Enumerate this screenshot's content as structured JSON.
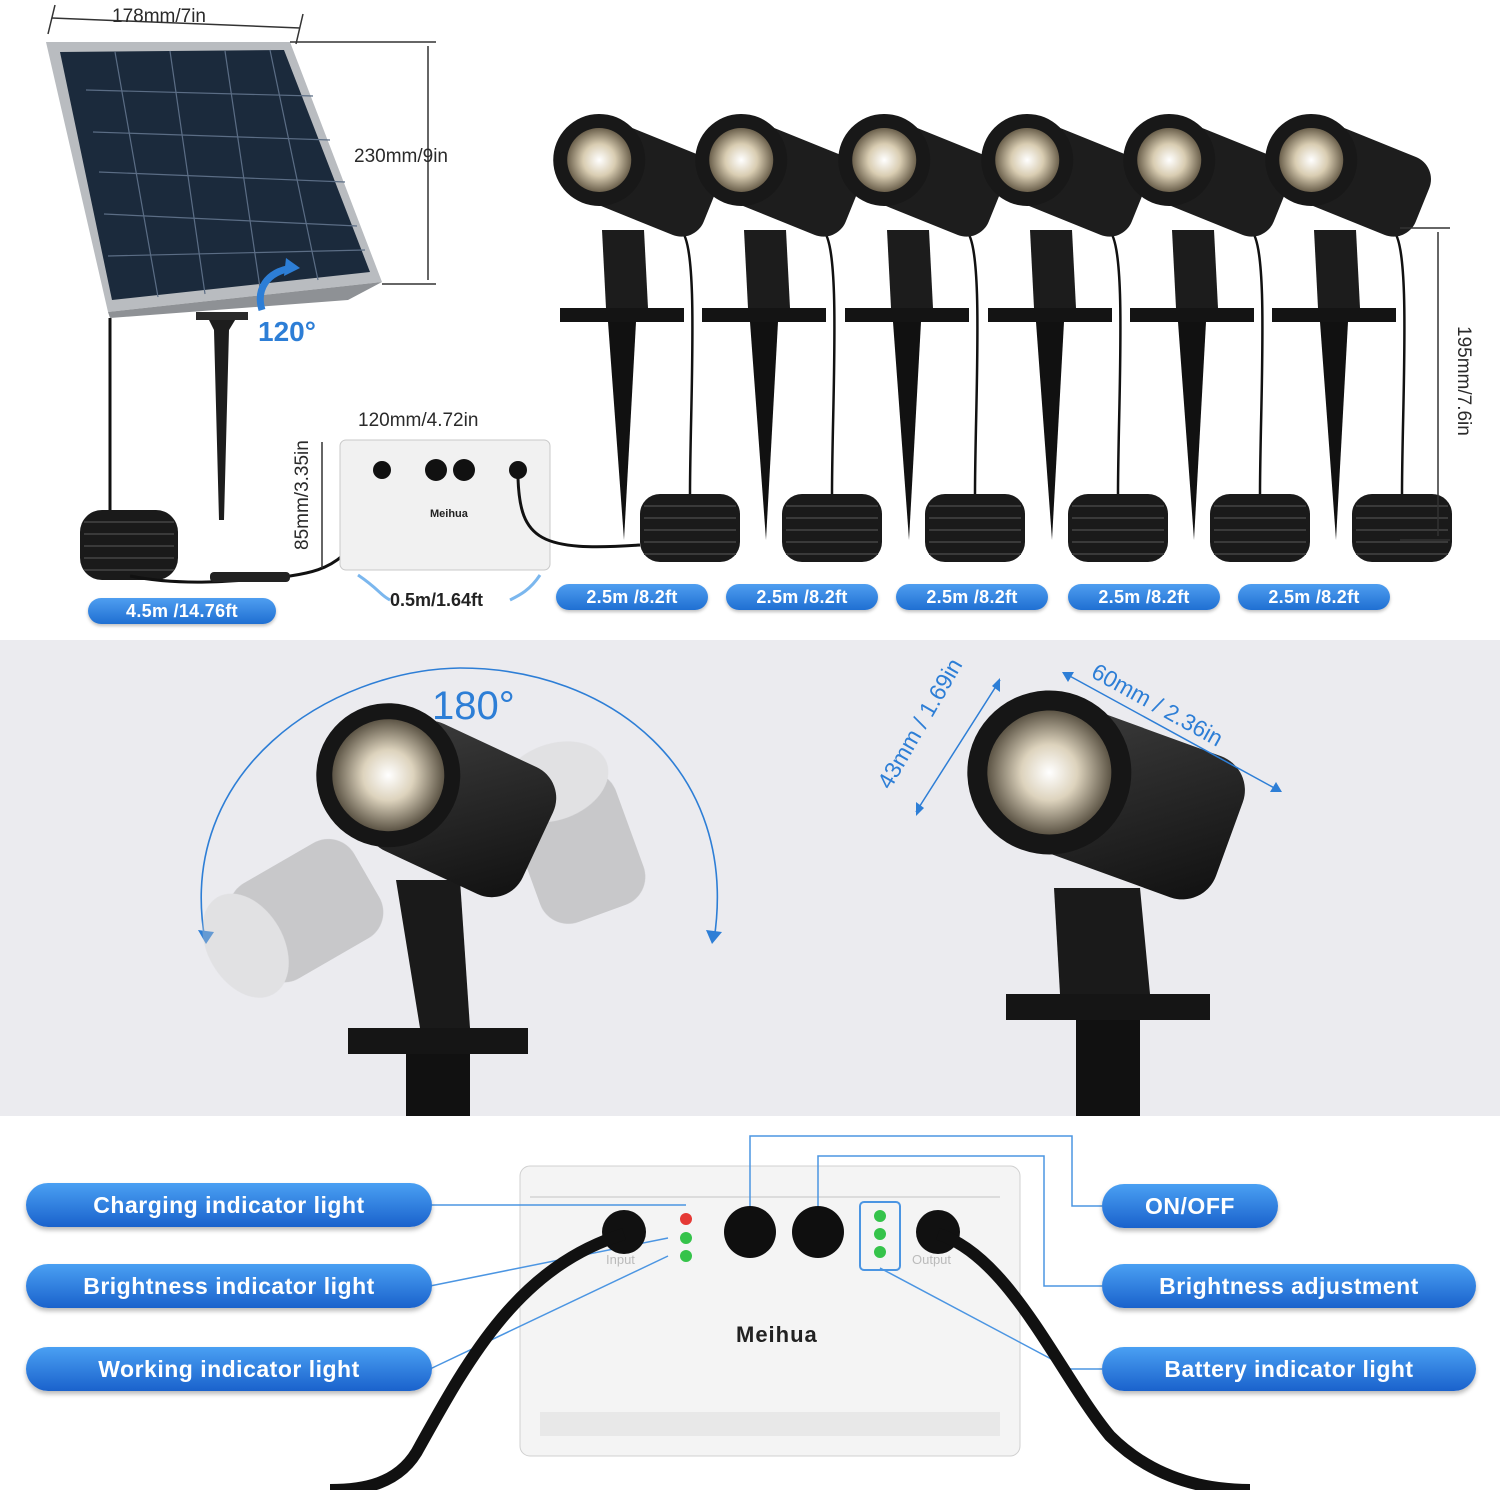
{
  "top": {
    "panel_width": "178mm/7in",
    "panel_height": "230mm/9in",
    "panel_tilt": "120°",
    "box_width": "120mm/4.72in",
    "box_height": "85mm/3.35in",
    "box_brand": "Meihua",
    "spot_height": "195mm/7.6in",
    "cable_panel": "4.5m /14.76ft",
    "cable_box": "0.5m/1.64ft",
    "cable_lights": [
      "2.5m /8.2ft",
      "2.5m /8.2ft",
      "2.5m /8.2ft",
      "2.5m /8.2ft",
      "2.5m /8.2ft"
    ]
  },
  "middle": {
    "rotation": "180°",
    "head_height": "43mm / 1.69in",
    "head_length": "60mm / 2.36in"
  },
  "bottom": {
    "brand": "Meihua",
    "port_input": "Input",
    "port_output": "Output",
    "left_labels": [
      "Charging indicator light",
      "Brightness indicator light",
      "Working indicator light"
    ],
    "right_labels": [
      "ON/OFF",
      "Brightness adjustment",
      "Battery indicator light"
    ]
  },
  "colors": {
    "accent_blue": "#2d7ed6",
    "pill_blue": "#1f6fd2",
    "background_grey": "#ebebef",
    "led_green": "#35c34a",
    "led_red": "#e53935"
  }
}
